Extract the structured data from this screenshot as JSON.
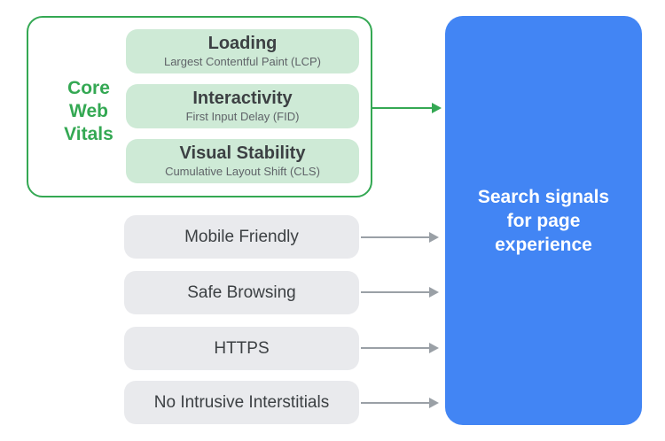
{
  "core_web_vitals": {
    "label_lines": [
      "Core",
      "Web",
      "Vitals"
    ],
    "vitals": [
      {
        "title": "Loading",
        "subtitle": "Largest Contentful Paint (LCP)"
      },
      {
        "title": "Interactivity",
        "subtitle": "First Input Delay (FID)"
      },
      {
        "title": "Visual Stability",
        "subtitle": "Cumulative Layout Shift (CLS)"
      }
    ]
  },
  "other_signals": [
    {
      "label": "Mobile Friendly"
    },
    {
      "label": "Safe Browsing"
    },
    {
      "label": "HTTPS"
    },
    {
      "label": "No Intrusive Interstitials"
    }
  ],
  "result_box": {
    "lines": [
      "Search signals",
      "for page",
      "experience"
    ]
  },
  "colors": {
    "green": "#34A853",
    "light_green": "#CEEAD6",
    "gray_box": "#E9EAED",
    "arrow_gray": "#9AA0A6",
    "blue": "#4285F4",
    "title_text": "#3C4043",
    "subtitle_text": "#5F6368"
  }
}
